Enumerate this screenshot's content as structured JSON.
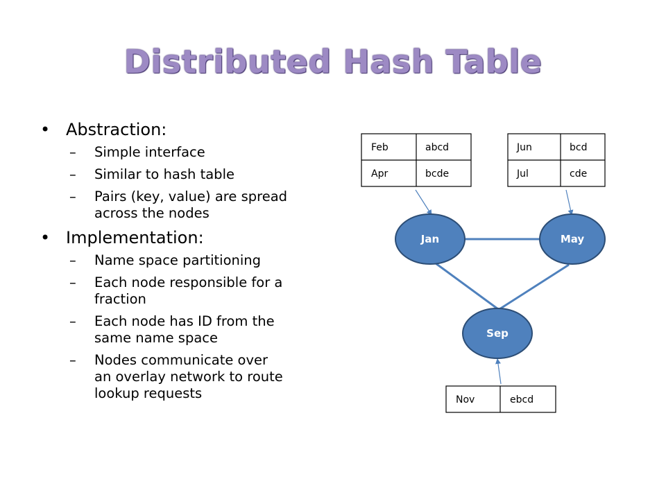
{
  "title": "Distributed Hash Table",
  "bullets": [
    {
      "heading": "Abstraction:",
      "items": [
        [
          "Simple interface"
        ],
        [
          "Similar to hash table"
        ],
        [
          "Pairs (key, value) are spread",
          "across the nodes"
        ]
      ]
    },
    {
      "heading": "Implementation:",
      "items": [
        [
          "Name space partitioning"
        ],
        [
          "Each node responsible for a",
          "fraction"
        ],
        [
          "Each node has ID from the",
          "same name space"
        ],
        [
          "Nodes communicate over",
          "an overlay network to route",
          "lookup requests"
        ]
      ]
    }
  ],
  "diagram": {
    "nodes": {
      "jan": "Jan",
      "may": "May",
      "sep": "Sep"
    },
    "tables": {
      "jan": [
        [
          "Feb",
          "abcd"
        ],
        [
          "Apr",
          "bcde"
        ]
      ],
      "may": [
        [
          "Jun",
          "bcd"
        ],
        [
          "Jul",
          "cde"
        ]
      ],
      "sep": [
        [
          "Nov",
          "ebcd"
        ]
      ]
    }
  },
  "colors": {
    "node_fill": "#4f81bd",
    "node_stroke": "#2c4d75",
    "edge": "#4f81bd",
    "title": "#9d8ac4"
  }
}
